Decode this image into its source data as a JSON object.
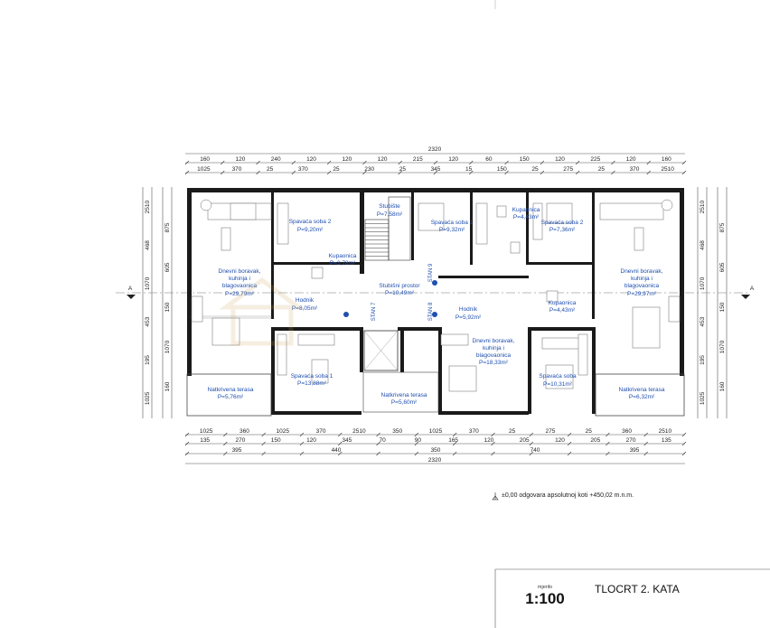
{
  "plan": {
    "title": "TLOCRT 2. KATA",
    "scale_label": "mjerilo",
    "scale": "1:100",
    "elevation_note": "±0,00 odgovara apsolutnoj koti +450,02 m.n.m.",
    "section_mark": "A"
  },
  "dimensions": {
    "top_total": "2320",
    "top_row1": [
      "160",
      "120",
      "240",
      "120",
      "120",
      "120",
      "215",
      "120",
      "60",
      "150",
      "120",
      "225",
      "120",
      "160"
    ],
    "top_row2": [
      "1025",
      "370",
      "25",
      "370",
      "25",
      "230",
      "25",
      "345",
      "15",
      "150",
      "25",
      "275",
      "25",
      "370",
      "2510"
    ],
    "bottom_row1": [
      "1025",
      "360",
      "1025",
      "370",
      "2510",
      "350",
      "1025",
      "370",
      "25",
      "275",
      "25",
      "360",
      "2510"
    ],
    "bottom_row2": [
      "135",
      "270",
      "150",
      "120",
      "345",
      "70",
      "90",
      "165",
      "120",
      "205",
      "120",
      "205",
      "270",
      "135"
    ],
    "bottom_row3": [
      "395",
      "440",
      "350",
      "740",
      "395"
    ],
    "bottom_total": "2320",
    "left_outer": [
      "2510",
      "468",
      "1070",
      "453",
      "195",
      "1025"
    ],
    "left_inner": [
      "875",
      "605",
      "150",
      "1070",
      "160"
    ],
    "right_outer": [
      "2510",
      "468",
      "1070",
      "453",
      "195",
      "1025"
    ],
    "right_inner": [
      "875",
      "605",
      "150",
      "1070",
      "160"
    ]
  },
  "rooms": [
    {
      "name": "Spavaća soba 2",
      "area": "P=9,20m²"
    },
    {
      "name": "Stubište",
      "area": "P=7,58m²"
    },
    {
      "name": "Spavaća soba 1",
      "area": "P=9,32m²"
    },
    {
      "name": "Kupaonica",
      "area": "P=4,43m²"
    },
    {
      "name": "Spavaća soba 2",
      "area": "P=7,36m²"
    },
    {
      "name": "Kupaonica",
      "area": "P=3,78m²"
    },
    {
      "name_lines": [
        "Dnevni boravak,",
        "kuhinja i",
        "blagovaonica"
      ],
      "area": "P=29,79m²"
    },
    {
      "name_lines": [
        "Dnevni boravak,",
        "kuhinja i",
        "blagovaonica"
      ],
      "area": "P=29,97m²"
    },
    {
      "name": "Hodnik",
      "area": "P=8,05m²"
    },
    {
      "name": "Stubišni prostor",
      "area": "P=10,49m²"
    },
    {
      "name": "Hodnik",
      "area": "P=5,92m²"
    },
    {
      "name": "Kupaonica",
      "area": "P=4,43m²"
    },
    {
      "name": "Spavaća soba 1",
      "area": "P=13,88m²"
    },
    {
      "name_lines": [
        "Dnevni boravak,",
        "kuhinja i",
        "blagovaonica"
      ],
      "area": "P=18,33m²"
    },
    {
      "name": "Spavaća soba",
      "area": "P=10,31m²"
    },
    {
      "name": "Natkrivena terasa",
      "area": "P=5,76m²"
    },
    {
      "name": "Natkrivena terasa",
      "area": "P=5,60m²"
    },
    {
      "name": "Natkrivena terasa",
      "area": "P=6,32m²"
    }
  ],
  "units": [
    "STAN 9",
    "STAN 8",
    "STAN 7"
  ]
}
